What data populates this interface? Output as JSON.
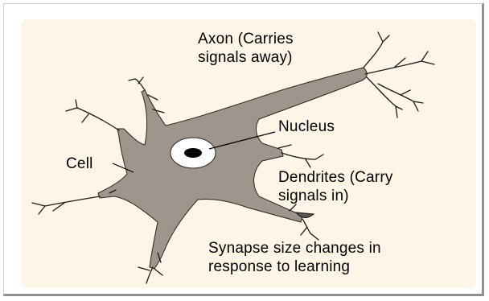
{
  "labels": {
    "axon_line1": "Axon (Carries",
    "axon_line2": "signals away)",
    "nucleus": "Nucleus",
    "cell": "Cell",
    "dendrites_line1": "Dendrites (Carry",
    "dendrites_line2": "signals in)",
    "synapse_line1": "Synapse size changes in",
    "synapse_line2": "response to learning"
  },
  "colors": {
    "background": "#fdf5e6",
    "cell_body": "#9e958c",
    "outline": "#000000",
    "nucleus_halo": "#ffffff"
  }
}
